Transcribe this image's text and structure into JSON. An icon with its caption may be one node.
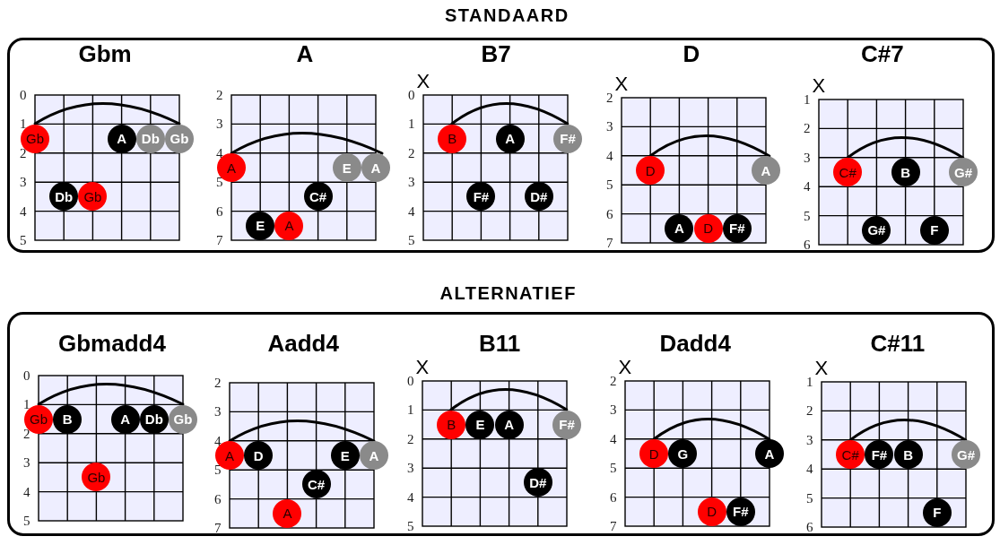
{
  "diagram": {
    "nodes": [
      {
        "text": [
          "STANDAARD"
        ]
      },
      {
        "text": [
          "Gbm"
        ],
        "in": 0
      },
      {
        "text": [
          "Gb"
        ],
        "in": 1
      },
      {
        "text": [
          "A"
        ],
        "in": 1
      },
      {
        "text": [
          "Db"
        ],
        "in": 1
      },
      {
        "text": [
          "Gb"
        ],
        "in": 1
      },
      {
        "text": [
          "Db"
        ],
        "in": 1
      },
      {
        "text": [
          "Gb"
        ],
        "in": 1
      },
      {
        "text": [
          "A"
        ],
        "in": 0
      },
      {
        "text": [
          "A"
        ],
        "in": 8
      },
      {
        "text": [
          "E"
        ],
        "in": 8
      },
      {
        "text": [
          "A"
        ],
        "in": 8
      },
      {
        "text": [
          "C#"
        ],
        "in": 8
      },
      {
        "text": [
          "E"
        ],
        "in": 8
      },
      {
        "text": [
          "A"
        ],
        "in": 8
      },
      {
        "text": [
          "B7"
        ],
        "in": 0
      },
      {
        "text": [
          "B"
        ],
        "in": 15
      },
      {
        "text": [
          "A"
        ],
        "in": 15
      },
      {
        "text": [
          "F#"
        ],
        "in": 15
      },
      {
        "text": [
          "F#"
        ],
        "in": 15
      },
      {
        "text": [
          "D#"
        ],
        "in": 15
      },
      {
        "text": [
          "D"
        ],
        "in": 0
      },
      {
        "text": [
          "D"
        ],
        "in": 21
      },
      {
        "text": [
          "A"
        ],
        "in": 21
      },
      {
        "text": [
          "A"
        ],
        "in": 21
      },
      {
        "text": [
          "D"
        ],
        "in": 21
      },
      {
        "text": [
          "F#"
        ],
        "in": 21
      },
      {
        "text": [
          "C#7"
        ],
        "in": 0
      },
      {
        "text": [
          "C#"
        ],
        "in": 27
      },
      {
        "text": [
          "B"
        ],
        "in": 27
      },
      {
        "text": [
          "G#"
        ],
        "in": 27
      },
      {
        "text": [
          "G#"
        ],
        "in": 27
      },
      {
        "text": [
          "F"
        ],
        "in": 27
      },
      {
        "text": [
          "ALTERNATIEF"
        ]
      },
      {
        "text": [
          "Gbmadd4"
        ],
        "in": 33
      },
      {
        "text": [
          "Gb"
        ],
        "in": 34
      },
      {
        "text": [
          "B"
        ],
        "in": 34
      },
      {
        "text": [
          "A"
        ],
        "in": 34
      },
      {
        "text": [
          "Db"
        ],
        "in": 34
      },
      {
        "text": [
          "Gb"
        ],
        "in": 34
      },
      {
        "text": [
          "Gb"
        ],
        "in": 34
      },
      {
        "text": [
          "Aadd4"
        ],
        "in": 33
      },
      {
        "text": [
          "A"
        ],
        "in": 41
      },
      {
        "text": [
          "D"
        ],
        "in": 41
      },
      {
        "text": [
          "E"
        ],
        "in": 41
      },
      {
        "text": [
          "A"
        ],
        "in": 41
      },
      {
        "text": [
          "C#"
        ],
        "in": 41
      },
      {
        "text": [
          "A"
        ],
        "in": 41
      },
      {
        "text": [
          "B11"
        ],
        "in": 33
      },
      {
        "text": [
          "B"
        ],
        "in": 48
      },
      {
        "text": [
          "E"
        ],
        "in": 48
      },
      {
        "text": [
          "A"
        ],
        "in": 48
      },
      {
        "text": [
          "F#"
        ],
        "in": 48
      },
      {
        "text": [
          "D#"
        ],
        "in": 48
      },
      {
        "text": [
          "Dadd4"
        ],
        "in": 33
      },
      {
        "text": [
          "D"
        ],
        "in": 54
      },
      {
        "text": [
          "G"
        ],
        "in": 54
      },
      {
        "text": [
          "A"
        ],
        "in": 54
      },
      {
        "text": [
          "D"
        ],
        "in": 54
      },
      {
        "text": [
          "F#"
        ],
        "in": 54
      },
      {
        "text": [
          "C#11"
        ],
        "in": 33
      },
      {
        "text": [
          "C#"
        ],
        "in": 60
      },
      {
        "text": [
          "F#"
        ],
        "in": 60
      },
      {
        "text": [
          "B"
        ],
        "in": 60
      },
      {
        "text": [
          "G#"
        ],
        "in": 60
      },
      {
        "text": [
          "F"
        ],
        "in": 60
      }
    ],
    "labels": [
      "0",
      "1",
      "2",
      "3",
      "4",
      "5",
      "2",
      "3",
      "4",
      "5",
      "6",
      "7",
      "X",
      "0",
      "1",
      "2",
      "3",
      "4",
      "5",
      "X",
      "2",
      "3",
      "4",
      "5",
      "6",
      "7",
      "X",
      "1",
      "2",
      "3",
      "4",
      "5",
      "6",
      "0",
      "1",
      "2",
      "3",
      "4",
      "5",
      "2",
      "3",
      "4",
      "5",
      "6",
      "7",
      "X",
      "0",
      "1",
      "2",
      "3",
      "4",
      "5",
      "X",
      "2",
      "3",
      "4",
      "5",
      "6",
      "7",
      "X",
      "1",
      "2",
      "3",
      "4",
      "5",
      "6"
    ]
  }
}
